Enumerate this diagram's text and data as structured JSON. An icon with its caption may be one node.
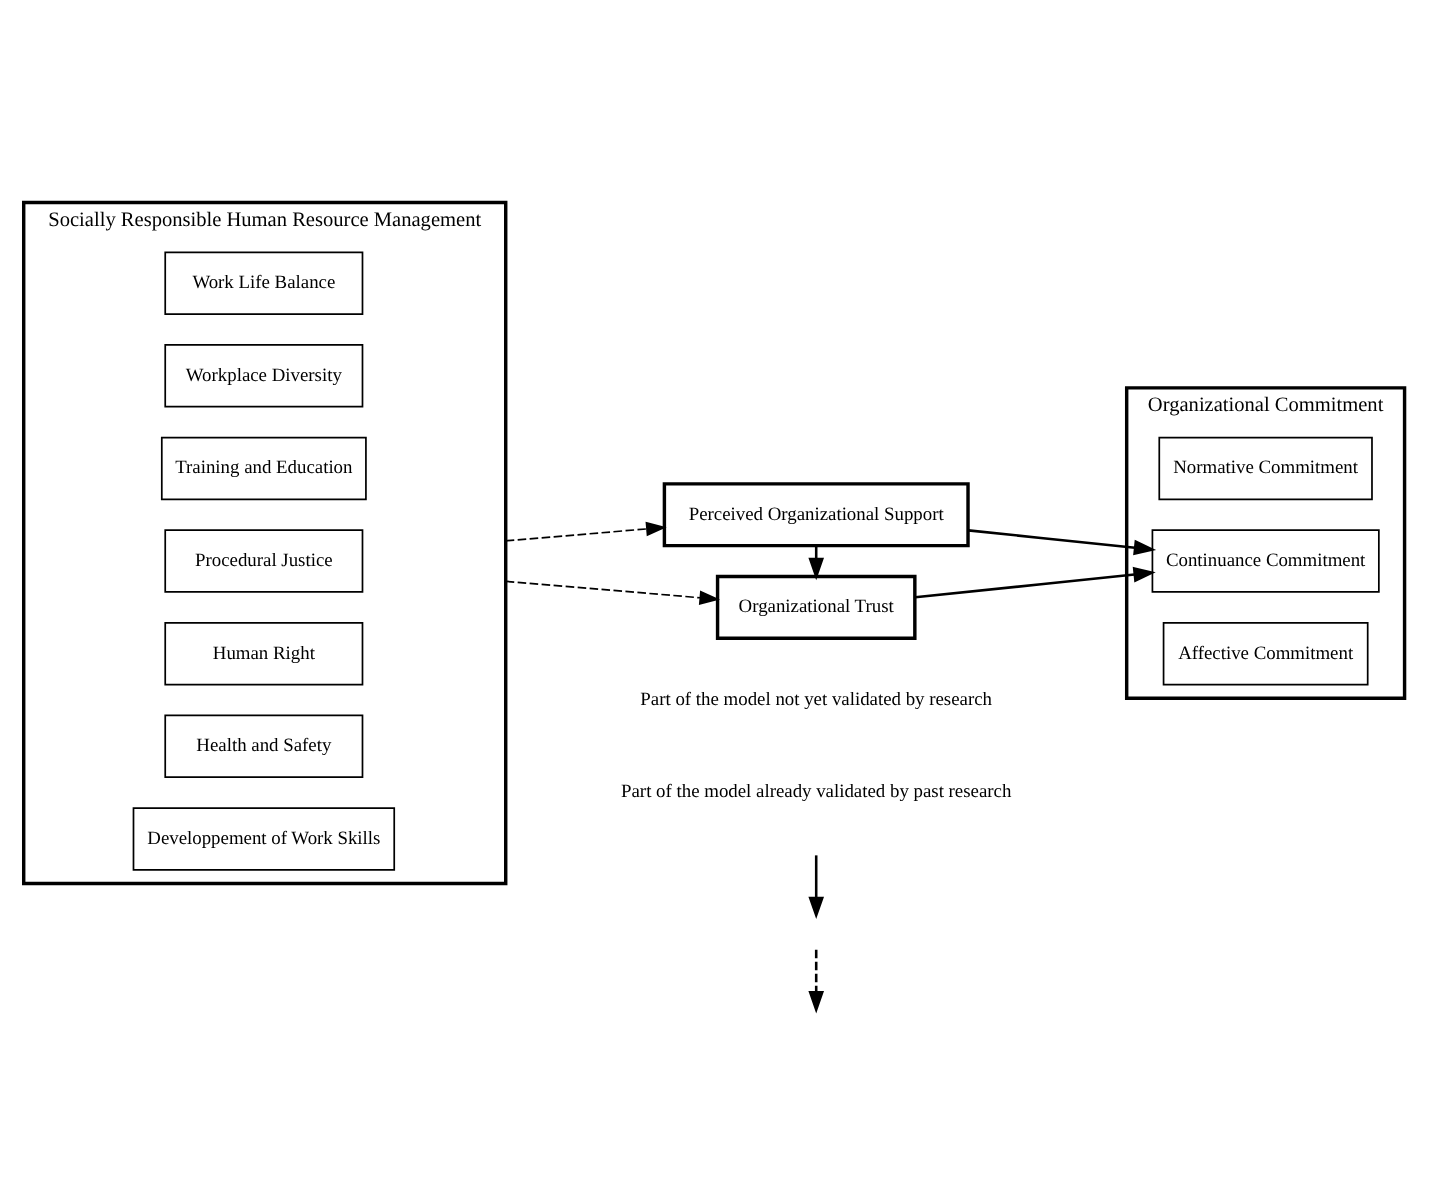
{
  "diagram": {
    "nodes": [
      {
        "text": [
          "Socially Responsible Human Resource Management"
        ]
      },
      {
        "text": [
          "Developpement of Work Skills"
        ],
        "in": 0
      },
      {
        "text": [
          "Health and Safety"
        ],
        "in": 0
      },
      {
        "text": [
          "Human Right"
        ],
        "in": 0
      },
      {
        "text": [
          "Procedural Justice"
        ],
        "in": 0
      },
      {
        "text": [
          "Training and Education"
        ],
        "in": 0
      },
      {
        "text": [
          "Workplace Diversity"
        ],
        "in": 0
      },
      {
        "text": [
          "Work Life Balance"
        ],
        "in": 0
      },
      {
        "text": [
          "Perceived Organizational Support"
        ]
      },
      {
        "text": [
          "Organizational Trust"
        ]
      },
      {
        "text": [
          "Organizational Commitment"
        ]
      },
      {
        "text": [
          "Affective Commitment"
        ],
        "in": 10
      },
      {
        "text": [
          "Continuance Commitment"
        ],
        "in": 10
      },
      {
        "text": [
          "Normative Commitment"
        ],
        "in": 10
      }
    ],
    "edges": [
      {
        "from": 0,
        "to": 8,
        "arrow": "to",
        "style": "dashed"
      },
      {
        "from": 0,
        "to": 9,
        "arrow": "to",
        "style": "dashed"
      },
      {
        "from": 8,
        "to": 9,
        "arrow": "to"
      },
      {
        "from": 8,
        "to": 12,
        "arrow": "to"
      },
      {
        "from": 9,
        "to": 12,
        "arrow": "to"
      }
    ],
    "legend": [
      {
        "text": "Part of the model not yet validated by research"
      },
      {
        "text": "Part of the model already validated by past research"
      }
    ]
  }
}
